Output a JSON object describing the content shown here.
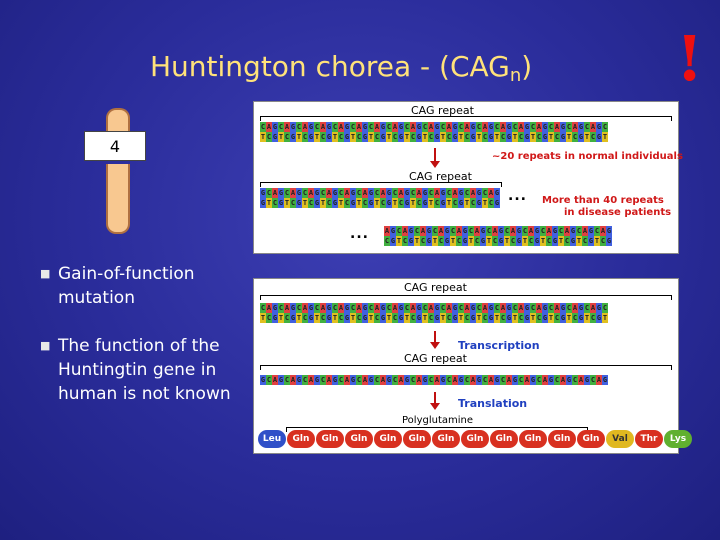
{
  "title": {
    "main": "Huntington chorea  - (CAG",
    "sub": "n",
    "close": ")"
  },
  "exclamation": "!",
  "chromosome_label": "4",
  "bullets": [
    "Gain-of-function mutation",
    "The function of the Huntingtin gene in human is not known"
  ],
  "panel_top": {
    "cag_repeat_1": "CAG repeat",
    "normal_note": "~20 repeats in normal individuals",
    "cag_repeat_2": "CAG repeat",
    "disease_note_1": "More than 40 repeats",
    "disease_note_2": "in disease patients",
    "dots_1": "...",
    "dots_2": "..."
  },
  "panel_bottom": {
    "cag_repeat_1": "CAG repeat",
    "transcription": "Transcription",
    "cag_repeat_2": "CAG repeat",
    "translation": "Translation",
    "polyglutamine": "Polyglutamine",
    "amino_acids": [
      "Leu",
      "Gln",
      "Gln",
      "Gln",
      "Gln",
      "Gln",
      "Gln",
      "Gln",
      "Gln",
      "Gln",
      "Gln",
      "Gln",
      "Val",
      "Thr",
      "Lys"
    ]
  },
  "colors": {
    "title": "#ffe27a",
    "exclamation": "#ee1010",
    "background": "#2a2c9a",
    "base_A": "#e04040",
    "base_C": "#40b040",
    "base_G": "#4060e0",
    "base_T": "#e0c020",
    "aa_Leu": "#3050c8",
    "aa_Gln": "#d83020",
    "aa_Val": "#e0b820",
    "aa_Thr": "#d83020",
    "aa_Lys": "#60b030"
  }
}
